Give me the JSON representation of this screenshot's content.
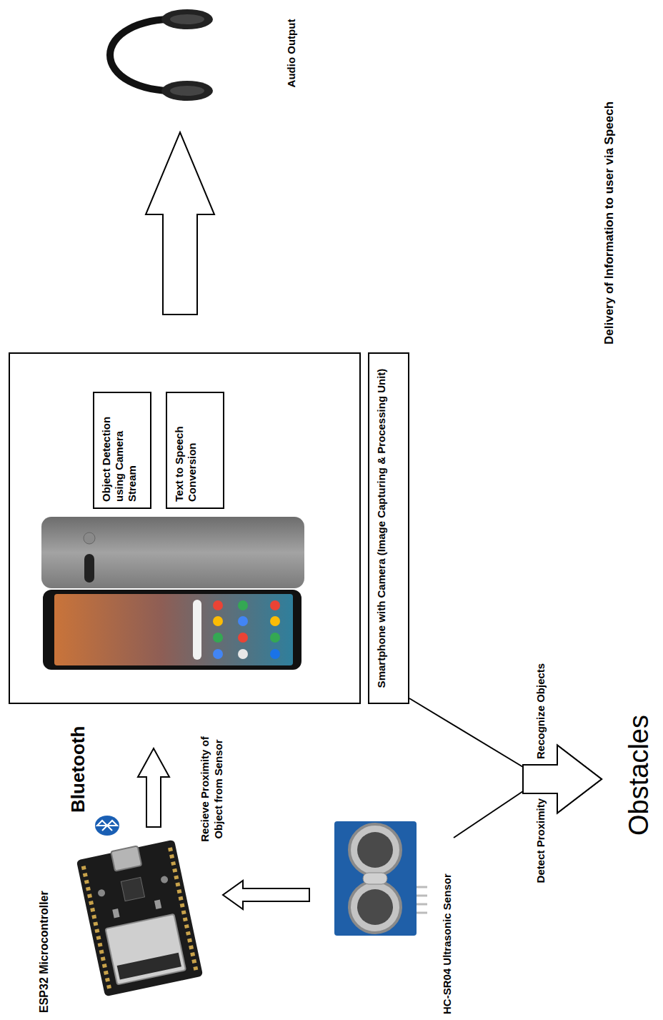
{
  "diagram": {
    "nodes": [
      {
        "text": [
          "ESP32 Microcontroller"
        ]
      },
      {
        "text": [
          "HC-SR04 Ultrasonic Sensor"
        ]
      },
      {
        "text": [
          "Smartphone with Camera (Image Capturing & Processing Unit)"
        ]
      },
      {
        "text": [
          "Object Detection using Camera Stream"
        ],
        "in": 2
      },
      {
        "text": [
          "Text to Speech Conversion"
        ],
        "in": 2
      },
      {
        "text": [
          "Audio Output"
        ]
      },
      {
        "text": [
          "Obstacles"
        ]
      }
    ],
    "edges": [
      {
        "from": 1,
        "to": 0,
        "arrow": "to"
      },
      {
        "from": 0,
        "to": 2,
        "arrow": "to",
        "label": "Recieve Proximity of Object from Sensor"
      },
      {
        "from": 2,
        "to": 5,
        "arrow": "to",
        "label": "Delivery of Information to user via Speech"
      },
      {
        "from": 1,
        "to": 6,
        "arrow": "to",
        "label": "Detect Proximity"
      },
      {
        "from": 2,
        "to": 6,
        "arrow": "to",
        "label": "Recognize Objects"
      }
    ],
    "labels": [
      "Bluetooth"
    ]
  }
}
